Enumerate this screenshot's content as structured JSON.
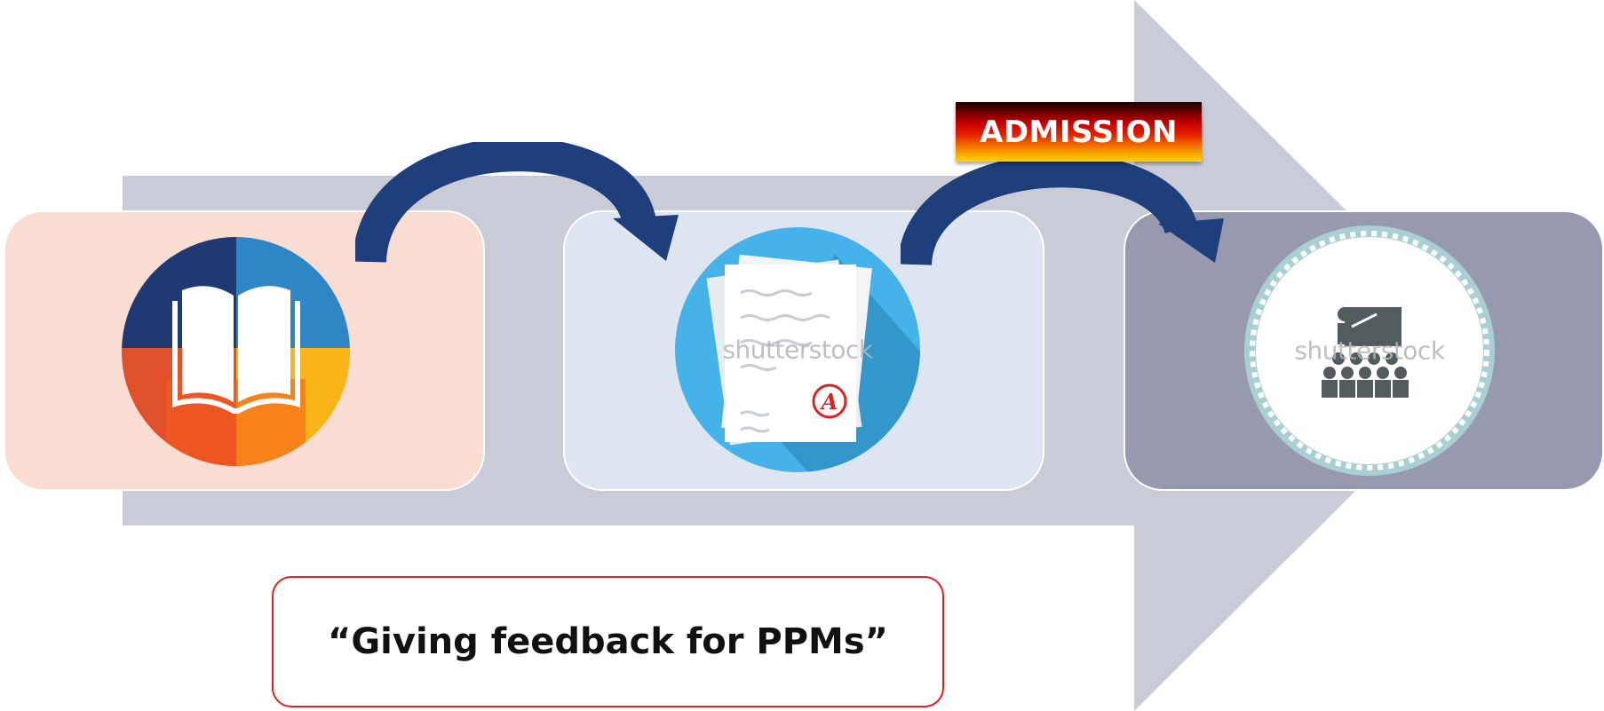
{
  "colors": {
    "big_arrow": "#c9ccd7",
    "stage1_bg": "#f9ddd2",
    "stage2_bg": "#dce5f0",
    "stage3_bg": "#9799ae",
    "curved_arrow": "#1f3e7c",
    "caption_border": "#e02020"
  },
  "stages": [
    {
      "icon": "open-book-icon",
      "watermark": ""
    },
    {
      "icon": "graded-paper-icon",
      "watermark": "shutterstock"
    },
    {
      "icon": "classroom-teacher-icon",
      "watermark": "shutterstock"
    }
  ],
  "admission_label": "ADMISSION",
  "caption": "“Giving feedback for PPMs”"
}
